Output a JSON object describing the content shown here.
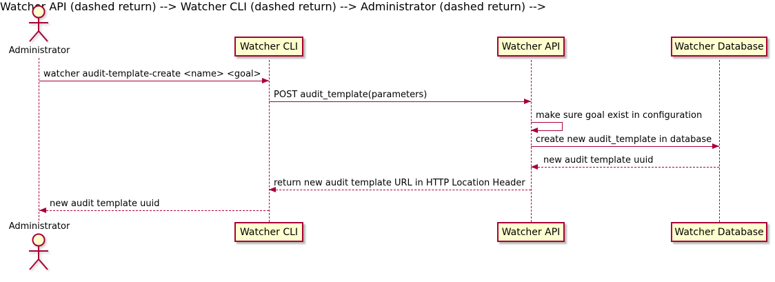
{
  "diagram": {
    "type": "uml-sequence-diagram",
    "colors": {
      "accent": "#A80036",
      "participant_fill": "#FEFECE",
      "text": "#000000",
      "background": "#FFFFFF"
    },
    "actor": {
      "name": "Administrator"
    },
    "participants": [
      {
        "label": "Watcher CLI"
      },
      {
        "label": "Watcher API"
      },
      {
        "label": "Watcher Database"
      }
    ],
    "messages": [
      {
        "from": "Administrator",
        "to": "Watcher CLI",
        "label": "watcher audit-template-create <name> <goal>",
        "line": "solid"
      },
      {
        "from": "Watcher CLI",
        "to": "Watcher API",
        "label": "POST audit_template(parameters)",
        "line": "solid"
      },
      {
        "from": "Watcher API",
        "to": "Watcher API",
        "label": "make sure goal exist in configuration",
        "line": "solid",
        "self_message": true
      },
      {
        "from": "Watcher API",
        "to": "Watcher Database",
        "label": "create new audit_template in database",
        "line": "solid"
      },
      {
        "from": "Watcher Database",
        "to": "Watcher API",
        "label": "new audit template uuid",
        "line": "dashed"
      },
      {
        "from": "Watcher API",
        "to": "Watcher CLI",
        "label": "return new audit template URL in HTTP Location Header",
        "line": "dashed"
      },
      {
        "from": "Watcher CLI",
        "to": "Administrator",
        "label": "new audit template uuid",
        "line": "dashed"
      }
    ]
  }
}
